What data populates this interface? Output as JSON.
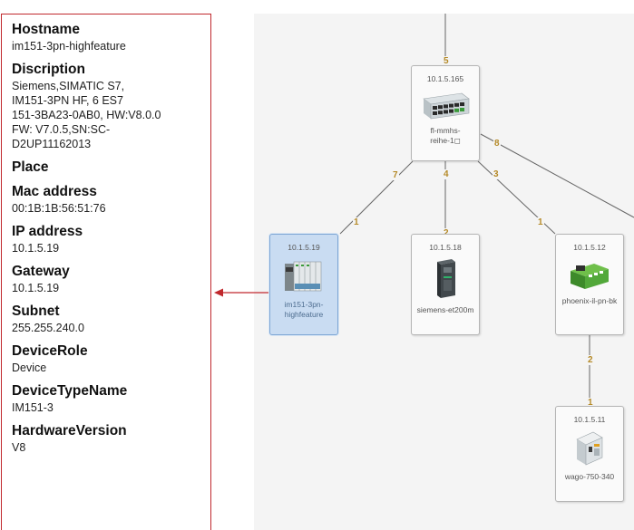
{
  "details": {
    "properties": [
      {
        "label": "Hostname",
        "value": "im151-3pn-highfeature"
      },
      {
        "label": "Discription",
        "value": "Siemens,SIMATIC S7,\nIM151-3PN HF, 6 ES7\n151-3BA23-0AB0, HW:V8.0.0\nFW: V7.0.5,SN:SC-\nD2UP11162013"
      },
      {
        "label": "Place",
        "value": ""
      },
      {
        "label": "Mac address",
        "value": "00:1B:1B:56:51:76"
      },
      {
        "label": "IP address",
        "value": "10.1.5.19"
      },
      {
        "label": "Gateway",
        "value": "10.1.5.19"
      },
      {
        "label": "Subnet",
        "value": "255.255.240.0"
      },
      {
        "label": "DeviceRole",
        "value": "Device"
      },
      {
        "label": "DeviceTypeName",
        "value": "IM151-3"
      },
      {
        "label": "HardwareVersion",
        "value": "V8"
      }
    ]
  },
  "topology": {
    "nodes": [
      {
        "ip": "10.1.5.165",
        "name": "fl-mmhs-\nreihe-1◻",
        "icon": "switch-icon",
        "selected": false
      },
      {
        "ip": "10.1.5.19",
        "name": "im151-3pn-\nhighfeature",
        "icon": "io-module-icon",
        "selected": true
      },
      {
        "ip": "10.1.5.18",
        "name": "siemens-et200m",
        "icon": "plc-icon",
        "selected": false
      },
      {
        "ip": "10.1.5.12",
        "name": "phoenix-il-pn-bk",
        "icon": "bus-coupler-icon",
        "selected": false
      },
      {
        "ip": "10.1.5.11",
        "name": "wago-750-340",
        "icon": "fieldbus-coupler-icon",
        "selected": false
      }
    ],
    "ports": [
      "5",
      "7",
      "4",
      "3",
      "8",
      "1",
      "2",
      "1",
      "2",
      "1"
    ],
    "colors": {
      "selection": "#c9dcf2",
      "link": "#666666",
      "port_label": "#b58a28",
      "callout": "#c0282d"
    }
  }
}
